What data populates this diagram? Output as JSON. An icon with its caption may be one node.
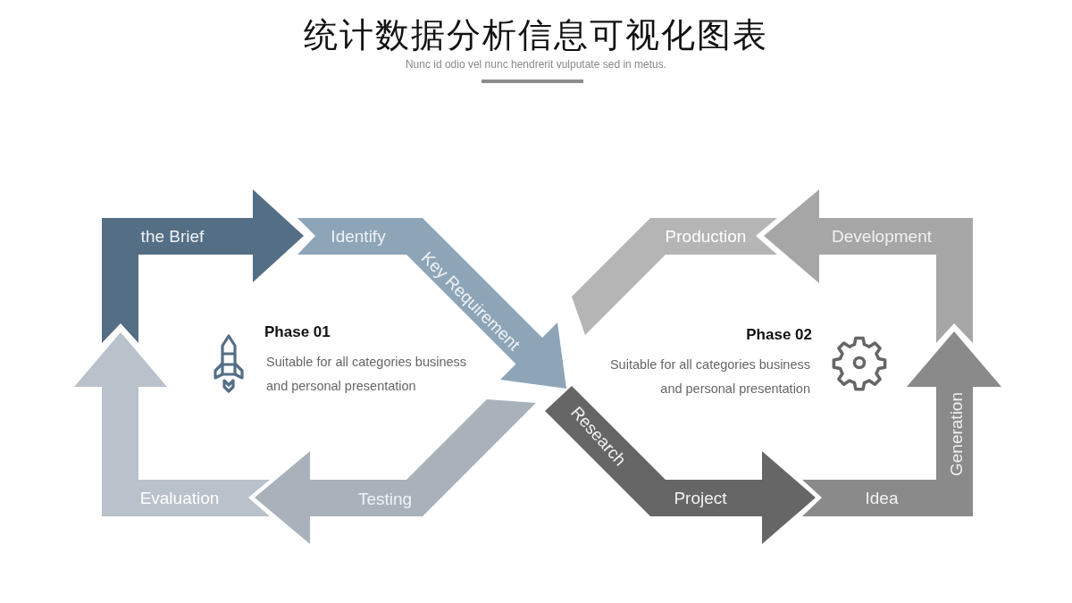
{
  "diagram": {
    "title": "统计数据分析信息可视化图表",
    "nodes": [
      {
        "text": [
          "the Brief"
        ]
      },
      {
        "text": [
          "Identify",
          "Key Requirement"
        ]
      },
      {
        "text": [
          "Testing"
        ]
      },
      {
        "text": [
          "Evaluation"
        ]
      },
      {
        "text": [
          "Research",
          "Project"
        ]
      },
      {
        "text": [
          "Idea",
          "Generation"
        ]
      },
      {
        "text": [
          "Development"
        ]
      },
      {
        "text": [
          "Production"
        ]
      }
    ],
    "labels": [
      "Nunc id odio vel nunc hendrerit vulputate sed in metus.",
      "Phase 01",
      "Suitable for all categories business and personal presentation",
      "Phase 02",
      "Suitable for all categories business and personal presentation"
    ]
  }
}
